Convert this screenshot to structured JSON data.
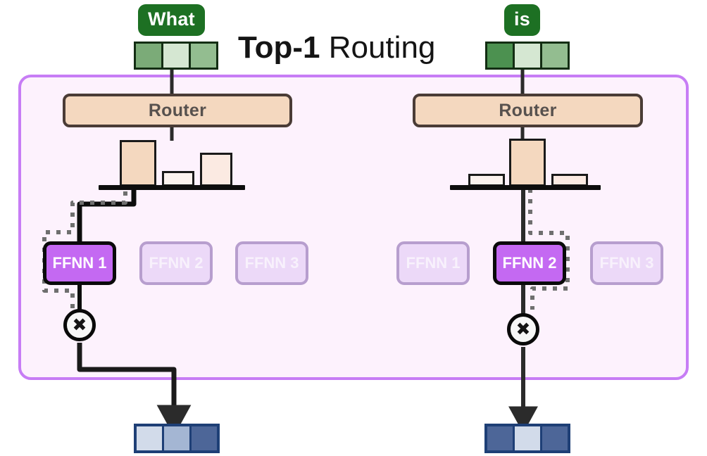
{
  "title": {
    "bold": "Top-1",
    "normal": "Routing"
  },
  "theme": {
    "container_border": "#c77df5",
    "container_fill": "#fdf2fd",
    "token_pill": "#1d7023",
    "router_fill": "#f4d8bf",
    "router_border": "#4a3c36",
    "expert_active": "#c469f2",
    "expert_idle": "#ecd9f8",
    "output_border": "#1e3f76",
    "wire": "#1a1a1a"
  },
  "columns": [
    {
      "token": {
        "label": "What"
      },
      "embedding": {
        "cells": [
          "#7bab78",
          "#d5e7d2",
          "#93bd90"
        ]
      },
      "router": {
        "label": "Router"
      },
      "histogram": {
        "bars": [
          {
            "value": 0.62,
            "fill": "#f4d8bf",
            "selected": true
          },
          {
            "value": 0.16,
            "fill": "#fbf2ee",
            "selected": false
          },
          {
            "value": 0.43,
            "fill": "#fbeae2",
            "selected": false
          }
        ]
      },
      "experts": [
        {
          "label": "FFNN 1",
          "state": "active"
        },
        {
          "label": "FFNN 2",
          "state": "idle"
        },
        {
          "label": "FFNN 3",
          "state": "idle"
        }
      ],
      "multiply": {
        "symbol": "✖"
      },
      "output": {
        "cells": [
          "#d2dbea",
          "#a4b6d3",
          "#4d6698"
        ]
      }
    },
    {
      "token": {
        "label": "is"
      },
      "embedding": {
        "cells": [
          "#4c9150",
          "#d5e7d2",
          "#93bd90"
        ]
      },
      "router": {
        "label": "Router"
      },
      "histogram": {
        "bars": [
          {
            "value": 0.13,
            "fill": "#fbf2ee",
            "selected": false
          },
          {
            "value": 0.66,
            "fill": "#f4d8bf",
            "selected": true
          },
          {
            "value": 0.13,
            "fill": "#fbeae2",
            "selected": false
          }
        ]
      },
      "experts": [
        {
          "label": "FFNN 1",
          "state": "idle"
        },
        {
          "label": "FFNN 2",
          "state": "active"
        },
        {
          "label": "FFNN 3",
          "state": "idle"
        }
      ],
      "multiply": {
        "symbol": "✖"
      },
      "output": {
        "cells": [
          "#4d6698",
          "#d2dbea",
          "#4d6698"
        ]
      }
    }
  ]
}
